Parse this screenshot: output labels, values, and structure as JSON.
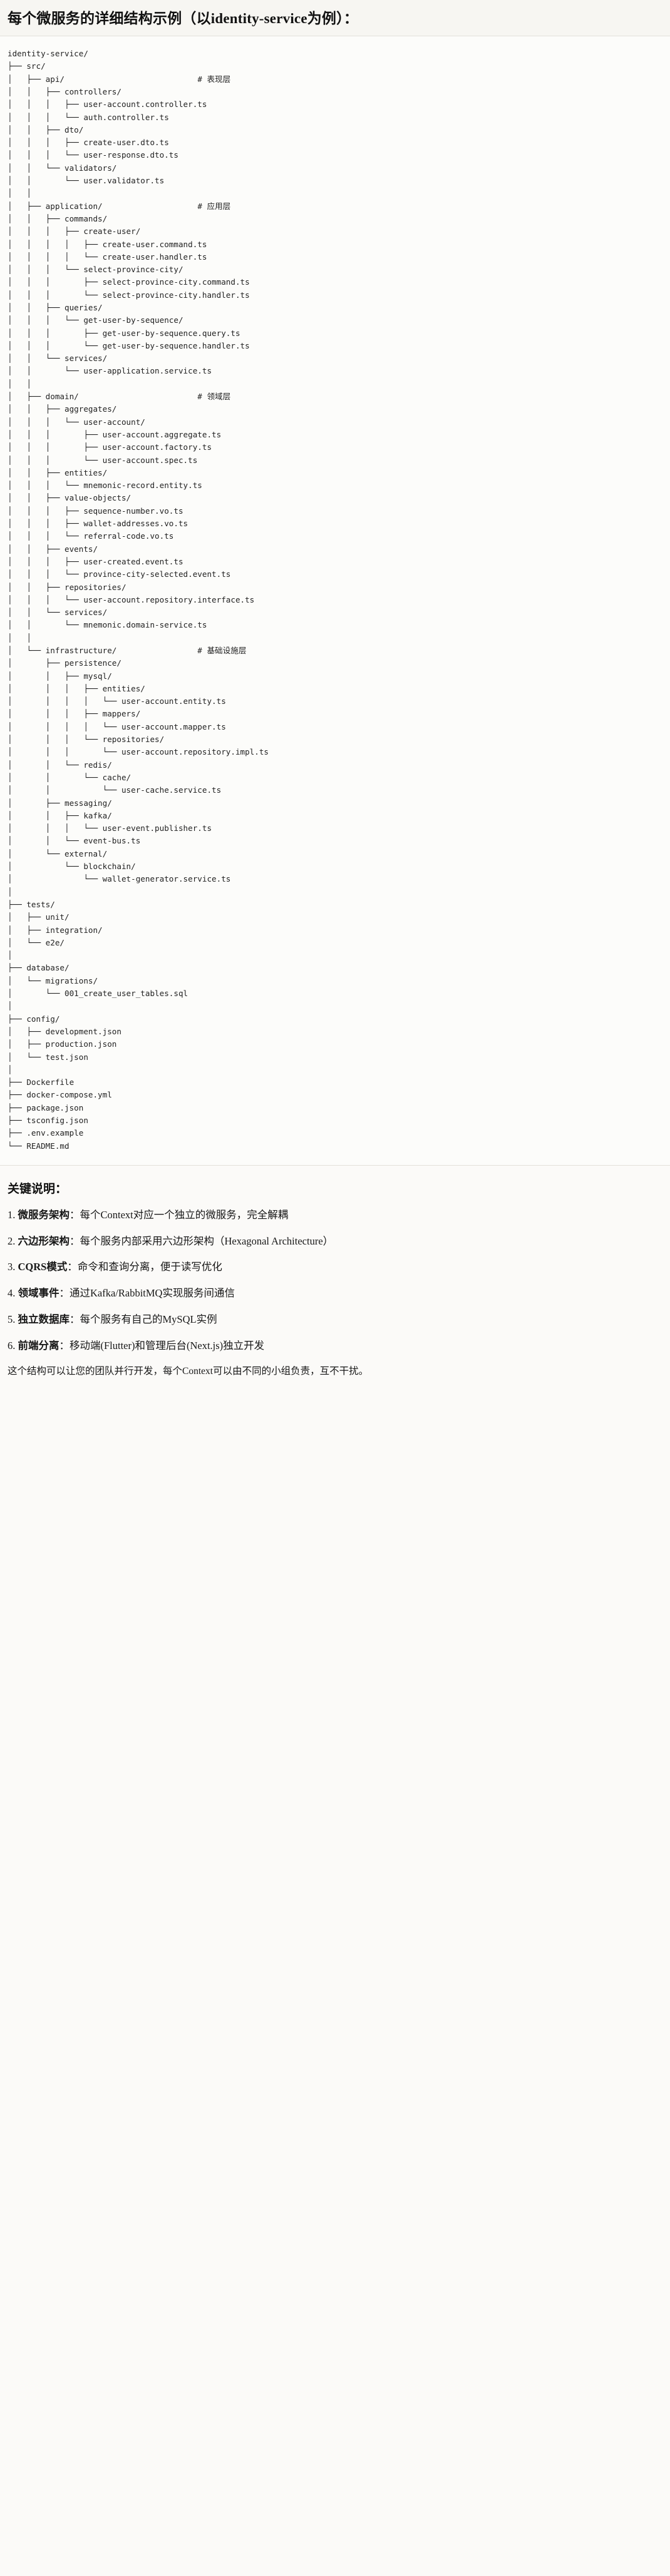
{
  "heading": {
    "title": "每个微服务的详细结构示例（以identity-service为例）："
  },
  "tree": {
    "root": "identity-service/",
    "lines": [
      {
        "text": "identity-service/",
        "comment": ""
      },
      {
        "text": "├── src/",
        "comment": ""
      },
      {
        "text": "│   ├── api/",
        "comment": "# 表现层"
      },
      {
        "text": "│   │   ├── controllers/",
        "comment": ""
      },
      {
        "text": "│   │   │   ├── user-account.controller.ts",
        "comment": ""
      },
      {
        "text": "│   │   │   └── auth.controller.ts",
        "comment": ""
      },
      {
        "text": "│   │   ├── dto/",
        "comment": ""
      },
      {
        "text": "│   │   │   ├── create-user.dto.ts",
        "comment": ""
      },
      {
        "text": "│   │   │   └── user-response.dto.ts",
        "comment": ""
      },
      {
        "text": "│   │   └── validators/",
        "comment": ""
      },
      {
        "text": "│   │       └── user.validator.ts",
        "comment": ""
      },
      {
        "text": "│   │",
        "comment": ""
      },
      {
        "text": "│   ├── application/",
        "comment": "# 应用层"
      },
      {
        "text": "│   │   ├── commands/",
        "comment": ""
      },
      {
        "text": "│   │   │   ├── create-user/",
        "comment": ""
      },
      {
        "text": "│   │   │   │   ├── create-user.command.ts",
        "comment": ""
      },
      {
        "text": "│   │   │   │   └── create-user.handler.ts",
        "comment": ""
      },
      {
        "text": "│   │   │   └── select-province-city/",
        "comment": ""
      },
      {
        "text": "│   │   │       ├── select-province-city.command.ts",
        "comment": ""
      },
      {
        "text": "│   │   │       └── select-province-city.handler.ts",
        "comment": ""
      },
      {
        "text": "│   │   ├── queries/",
        "comment": ""
      },
      {
        "text": "│   │   │   └── get-user-by-sequence/",
        "comment": ""
      },
      {
        "text": "│   │   │       ├── get-user-by-sequence.query.ts",
        "comment": ""
      },
      {
        "text": "│   │   │       └── get-user-by-sequence.handler.ts",
        "comment": ""
      },
      {
        "text": "│   │   └── services/",
        "comment": ""
      },
      {
        "text": "│   │       └── user-application.service.ts",
        "comment": ""
      },
      {
        "text": "│   │",
        "comment": ""
      },
      {
        "text": "│   ├── domain/",
        "comment": "# 领域层"
      },
      {
        "text": "│   │   ├── aggregates/",
        "comment": ""
      },
      {
        "text": "│   │   │   └── user-account/",
        "comment": ""
      },
      {
        "text": "│   │   │       ├── user-account.aggregate.ts",
        "comment": ""
      },
      {
        "text": "│   │   │       ├── user-account.factory.ts",
        "comment": ""
      },
      {
        "text": "│   │   │       └── user-account.spec.ts",
        "comment": ""
      },
      {
        "text": "│   │   ├── entities/",
        "comment": ""
      },
      {
        "text": "│   │   │   └── mnemonic-record.entity.ts",
        "comment": ""
      },
      {
        "text": "│   │   ├── value-objects/",
        "comment": ""
      },
      {
        "text": "│   │   │   ├── sequence-number.vo.ts",
        "comment": ""
      },
      {
        "text": "│   │   │   ├── wallet-addresses.vo.ts",
        "comment": ""
      },
      {
        "text": "│   │   │   └── referral-code.vo.ts",
        "comment": ""
      },
      {
        "text": "│   │   ├── events/",
        "comment": ""
      },
      {
        "text": "│   │   │   ├── user-created.event.ts",
        "comment": ""
      },
      {
        "text": "│   │   │   └── province-city-selected.event.ts",
        "comment": ""
      },
      {
        "text": "│   │   ├── repositories/",
        "comment": ""
      },
      {
        "text": "│   │   │   └── user-account.repository.interface.ts",
        "comment": ""
      },
      {
        "text": "│   │   └── services/",
        "comment": ""
      },
      {
        "text": "│   │       └── mnemonic.domain-service.ts",
        "comment": ""
      },
      {
        "text": "│   │",
        "comment": ""
      },
      {
        "text": "│   └── infrastructure/",
        "comment": "# 基础设施层"
      },
      {
        "text": "│       ├── persistence/",
        "comment": ""
      },
      {
        "text": "│       │   ├── mysql/",
        "comment": ""
      },
      {
        "text": "│       │   │   ├── entities/",
        "comment": ""
      },
      {
        "text": "│       │   │   │   └── user-account.entity.ts",
        "comment": ""
      },
      {
        "text": "│       │   │   ├── mappers/",
        "comment": ""
      },
      {
        "text": "│       │   │   │   └── user-account.mapper.ts",
        "comment": ""
      },
      {
        "text": "│       │   │   └── repositories/",
        "comment": ""
      },
      {
        "text": "│       │   │       └── user-account.repository.impl.ts",
        "comment": ""
      },
      {
        "text": "│       │   └── redis/",
        "comment": ""
      },
      {
        "text": "│       │       └── cache/",
        "comment": ""
      },
      {
        "text": "│       │           └── user-cache.service.ts",
        "comment": ""
      },
      {
        "text": "│       ├── messaging/",
        "comment": ""
      },
      {
        "text": "│       │   ├── kafka/",
        "comment": ""
      },
      {
        "text": "│       │   │   └── user-event.publisher.ts",
        "comment": ""
      },
      {
        "text": "│       │   └── event-bus.ts",
        "comment": ""
      },
      {
        "text": "│       └── external/",
        "comment": ""
      },
      {
        "text": "│           └── blockchain/",
        "comment": ""
      },
      {
        "text": "│               └── wallet-generator.service.ts",
        "comment": ""
      },
      {
        "text": "│",
        "comment": ""
      },
      {
        "text": "├── tests/",
        "comment": ""
      },
      {
        "text": "│   ├── unit/",
        "comment": ""
      },
      {
        "text": "│   ├── integration/",
        "comment": ""
      },
      {
        "text": "│   └── e2e/",
        "comment": ""
      },
      {
        "text": "│",
        "comment": ""
      },
      {
        "text": "├── database/",
        "comment": ""
      },
      {
        "text": "│   └── migrations/",
        "comment": ""
      },
      {
        "text": "│       └── 001_create_user_tables.sql",
        "comment": ""
      },
      {
        "text": "│",
        "comment": ""
      },
      {
        "text": "├── config/",
        "comment": ""
      },
      {
        "text": "│   ├── development.json",
        "comment": ""
      },
      {
        "text": "│   ├── production.json",
        "comment": ""
      },
      {
        "text": "│   └── test.json",
        "comment": ""
      },
      {
        "text": "│",
        "comment": ""
      },
      {
        "text": "├── Dockerfile",
        "comment": ""
      },
      {
        "text": "├── docker-compose.yml",
        "comment": ""
      },
      {
        "text": "├── package.json",
        "comment": ""
      },
      {
        "text": "├── tsconfig.json",
        "comment": ""
      },
      {
        "text": "├── .env.example",
        "comment": ""
      },
      {
        "text": "└── README.md",
        "comment": ""
      }
    ],
    "comment_column": 40
  },
  "notes": {
    "title": "关键说明：",
    "items": [
      {
        "index": "1.",
        "term": "微服务架构",
        "desc": "：每个Context对应一个独立的微服务，完全解耦"
      },
      {
        "index": "2.",
        "term": "六边形架构",
        "desc": "：每个服务内部采用六边形架构（Hexagonal Architecture）"
      },
      {
        "index": "3.",
        "term": "CQRS模式",
        "desc": "：命令和查询分离，便于读写优化"
      },
      {
        "index": "4.",
        "term": "领域事件",
        "desc": "：通过Kafka/RabbitMQ实现服务间通信"
      },
      {
        "index": "5.",
        "term": "独立数据库",
        "desc": "：每个服务有自己的MySQL实例"
      },
      {
        "index": "6.",
        "term": "前端分离",
        "desc": "：移动端(Flutter)和管理后台(Next.js)独立开发"
      }
    ],
    "footer": "这个结构可以让您的团队并行开发，每个Context可以由不同的小组负责，互不干扰。"
  }
}
